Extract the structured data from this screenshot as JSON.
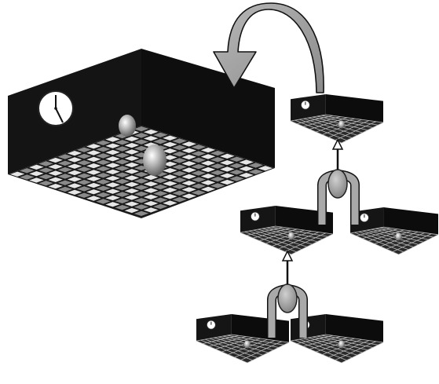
{
  "figure": {
    "main_scene": {
      "icons": [
        "clock-icon",
        "sphere-icon"
      ]
    },
    "small_scenes": [
      {
        "name": "top-result-scene"
      },
      {
        "name": "middle-left-scene"
      },
      {
        "name": "middle-right-scene"
      },
      {
        "name": "bottom-left-scene"
      },
      {
        "name": "bottom-right-scene"
      }
    ],
    "merge_nodes": 2,
    "feedback_arrow": "curved-arrow-icon",
    "colors": {
      "scene_dark": "#111111",
      "floor_light": "#e8e8e8",
      "floor_dark": "#777777",
      "node_fill": "#a6a6a6",
      "arrow_fill": "#9a9a9a"
    }
  }
}
